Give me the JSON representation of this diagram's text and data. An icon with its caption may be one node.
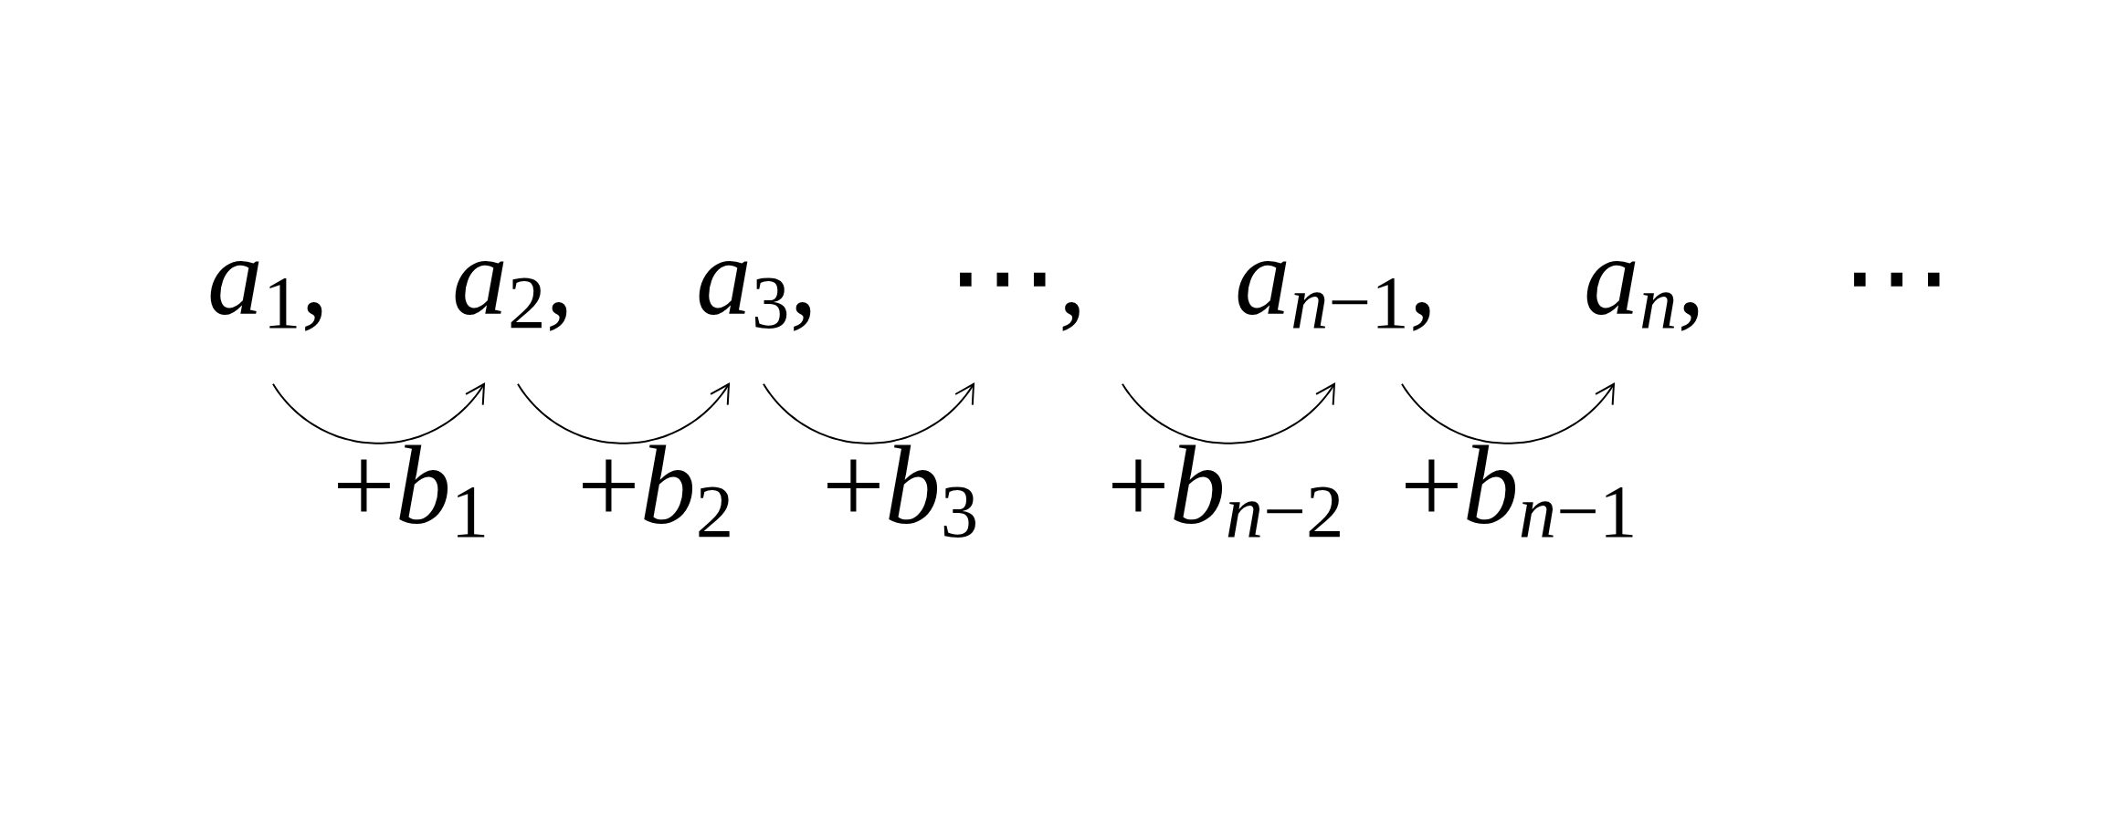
{
  "diagram": {
    "nodes": [
      {
        "text": [
          "*a*$_{1}$,"
        ]
      },
      {
        "text": [
          "*a*$_{2}$,"
        ]
      },
      {
        "text": [
          "*a*$_{3}$,"
        ]
      },
      {
        "text": [
          "⋯,"
        ]
      },
      {
        "text": [
          "*a$_{n}$*$_{−1}$,"
        ]
      },
      {
        "text": [
          "*a$_{n}$*,"
        ]
      }
    ],
    "edges": [
      {
        "from": 0,
        "to": 1,
        "arrow": "to",
        "label": "+*b*$_{1}$"
      },
      {
        "from": 1,
        "to": 2,
        "arrow": "to",
        "label": "+*b*$_{2}$"
      },
      {
        "from": 2,
        "to": 3,
        "arrow": "to",
        "label": "+*b*$_{3}$"
      },
      {
        "from": 3,
        "to": 4,
        "arrow": "to",
        "label": "+*b$_{n}$*$_{−2}$"
      },
      {
        "from": 4,
        "to": 5,
        "arrow": "to",
        "label": "+*b$_{n}$*$_{−1}$"
      }
    ],
    "labels": [
      "⋯"
    ]
  }
}
